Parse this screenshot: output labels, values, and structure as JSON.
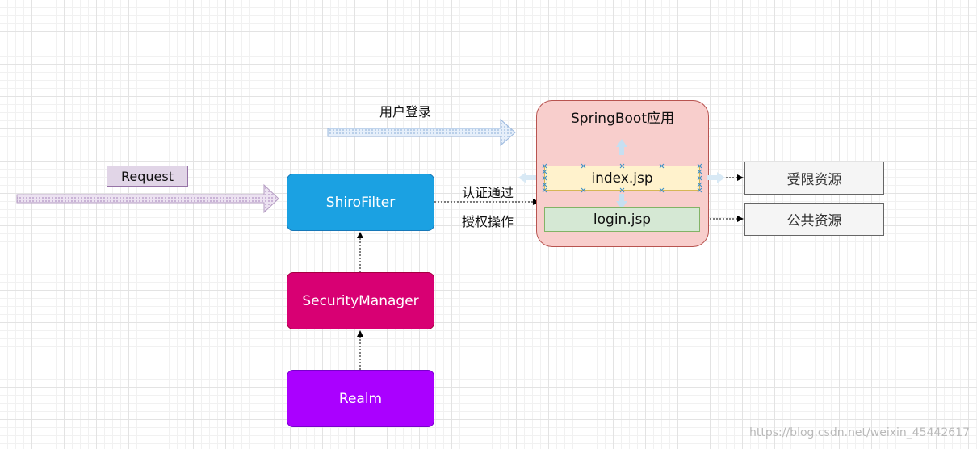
{
  "diagram": {
    "request_label": "Request",
    "user_login_label": "用户登录",
    "shiro_filter": "ShiroFilter",
    "security_manager": "SecurityManager",
    "realm": "Realm",
    "auth_pass_label": "认证通过",
    "authz_op_label": "授权操作",
    "springboot_app": "SpringBoot应用",
    "index_page": "index.jsp",
    "login_page": "login.jsp",
    "restricted_resource": "受限资源",
    "public_resource": "公共资源",
    "watermark": "https://blog.csdn.net/weixin_45442617"
  },
  "colors": {
    "shiro_filter": "#1ba1e2",
    "security_manager": "#d80073",
    "realm": "#aa00ff",
    "springboot_container": "#f8cecc",
    "index_page": "#fff2cc",
    "login_page": "#d5e8d4",
    "resource_box": "#f5f5f5",
    "request_label": "#e1d5e7",
    "user_login_arrow": "#dae8fc",
    "request_arrow": "#e1d5e7"
  }
}
